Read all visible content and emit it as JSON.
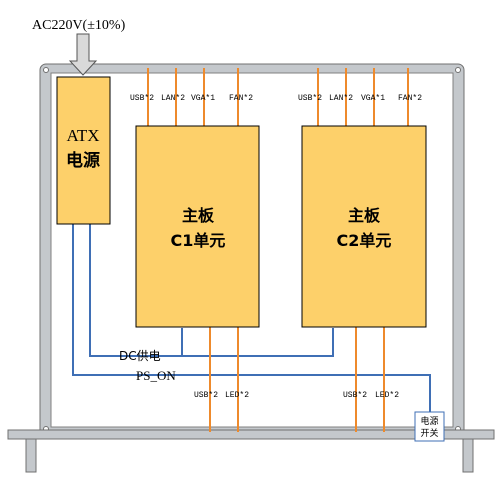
{
  "power_input": {
    "label": "AC220V(±10%)"
  },
  "atx": {
    "line1": "ATX",
    "line2": "电源"
  },
  "unit_c1": {
    "line1": "主板",
    "line2": "C1单元",
    "top_ports": [
      "USB*2",
      "LAN*2",
      "VGA*1",
      "FAN*2"
    ],
    "bottom_ports": [
      "USB*2",
      "LED*2"
    ]
  },
  "unit_c2": {
    "line1": "主板",
    "line2": "C2单元",
    "top_ports": [
      "USB*2",
      "LAN*2",
      "VGA*1",
      "FAN*2"
    ],
    "bottom_ports": [
      "USB*2",
      "LED*2"
    ]
  },
  "signals": {
    "dc_supply": "DC供电",
    "ps_on": "PS_ON"
  },
  "power_switch": {
    "line1": "电源",
    "line2": "开关"
  },
  "colors": {
    "box_fill": "#fdd06a",
    "connector": "#ee8a2c",
    "wire": "#3f6fb5",
    "chassis": "#c4c8cc",
    "outline": "#000000"
  }
}
